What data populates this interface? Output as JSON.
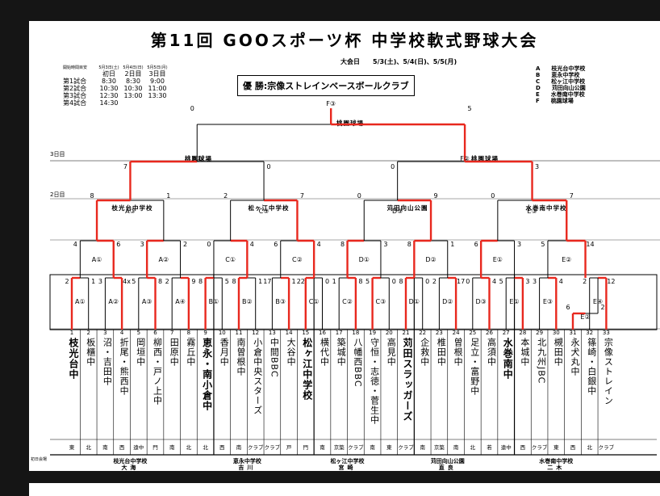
{
  "title": "第11回 GOOスポーツ杯 中学校軟式野球大会",
  "venue_dates": "大会日　　5/3(土)、5/4(日)、5/5(月)",
  "winner": "優 勝:宗像ストレインベースボールクラブ",
  "schedule": {
    "header_label": "開始時間目安",
    "days": [
      {
        "date": "5月3日(土)",
        "label": "初日"
      },
      {
        "date": "5月4日(日)",
        "label": "2日目"
      },
      {
        "date": "5月5日(月)",
        "label": "3日目"
      }
    ],
    "rows": [
      {
        "name": "第1試合",
        "times": [
          "8:30",
          "8:30",
          "9:00"
        ]
      },
      {
        "name": "第2試合",
        "times": [
          "10:30",
          "10:30",
          "11:00"
        ]
      },
      {
        "name": "第3試合",
        "times": [
          "12:30",
          "13:00",
          "13:30"
        ]
      },
      {
        "name": "第4試合",
        "times": [
          "14:30",
          "",
          ""
        ]
      }
    ]
  },
  "legend": [
    {
      "code": "A",
      "venue": "枝光台中学校"
    },
    {
      "code": "B",
      "venue": "恵永中学校"
    },
    {
      "code": "C",
      "venue": "松ヶ江中学校"
    },
    {
      "code": "D",
      "venue": "苅田向山公園"
    },
    {
      "code": "E",
      "venue": "水巻南中学校"
    },
    {
      "code": "F",
      "venue": "桃園球場"
    }
  ],
  "day_labels": {
    "day3": "3日目",
    "day2": "2日目"
  },
  "venue_labels": {
    "final": "桃園球場",
    "semi_left": "桃園球場",
    "semi_right": "桃園球場",
    "qf_a": "枝光台中学校",
    "qf_c": "松ヶ江中学校",
    "qf_d": "苅田向山公園",
    "qf_e": "水巻南中学校"
  },
  "teams": [
    {
      "num": "1",
      "name": "枝光台中",
      "type": "東",
      "winner": true
    },
    {
      "num": "2",
      "name": "板櫃中",
      "type": "北"
    },
    {
      "num": "3",
      "name": "沼・吉田中",
      "type": "南"
    },
    {
      "num": "4",
      "name": "折尾・熊西中",
      "type": "西"
    },
    {
      "num": "5",
      "name": "岡垣中",
      "type": "遠中"
    },
    {
      "num": "6",
      "name": "柳西・戸ノ上中",
      "type": "門"
    },
    {
      "num": "7",
      "name": "田原中",
      "type": "南"
    },
    {
      "num": "8",
      "name": "霧丘中",
      "type": "北"
    },
    {
      "num": "9",
      "name": "恵永・南小倉中",
      "type": "北",
      "winner": true
    },
    {
      "num": "10",
      "name": "香月中",
      "type": "西"
    },
    {
      "num": "11",
      "name": "南曽根中",
      "type": "南"
    },
    {
      "num": "12",
      "name": "小倉中央スターズ",
      "type": "クラブ"
    },
    {
      "num": "13",
      "name": "中間BBC",
      "type": "クラブ"
    },
    {
      "num": "14",
      "name": "大谷中",
      "type": "戸"
    },
    {
      "num": "15",
      "name": "松ヶ江中学校",
      "type": "門",
      "winner": true
    },
    {
      "num": "16",
      "name": "横代中",
      "type": "南"
    },
    {
      "num": "17",
      "name": "築城中",
      "type": "京築"
    },
    {
      "num": "18",
      "name": "八幡西BBC",
      "type": "クラブ"
    },
    {
      "num": "19",
      "name": "守恒・志徳・菅生中",
      "type": "南"
    },
    {
      "num": "20",
      "name": "高見中",
      "type": "東"
    },
    {
      "num": "21",
      "name": "苅田スラッガーズ",
      "type": "クラブ",
      "winner": true
    },
    {
      "num": "22",
      "name": "企救中",
      "type": "南"
    },
    {
      "num": "23",
      "name": "椎田中",
      "type": "京築"
    },
    {
      "num": "24",
      "name": "曽根中",
      "type": "南"
    },
    {
      "num": "25",
      "name": "足立・富野中",
      "type": "北"
    },
    {
      "num": "26",
      "name": "高須中",
      "type": "若"
    },
    {
      "num": "27",
      "name": "水巻南中",
      "type": "遠中",
      "winner": true
    },
    {
      "num": "28",
      "name": "本城中",
      "type": "西"
    },
    {
      "num": "29",
      "name": "北九州JBC",
      "type": "クラブ"
    },
    {
      "num": "30",
      "name": "槻田中",
      "type": "東"
    },
    {
      "num": "31",
      "name": "永犬丸中",
      "type": "西"
    },
    {
      "num": "32",
      "name": "篠崎・白銀中",
      "type": "北"
    },
    {
      "num": "33",
      "name": "宗像ストレイン",
      "type": "クラブ"
    }
  ],
  "groups": [
    {
      "school": "枝光台中学校",
      "venue": "大海"
    },
    {
      "school": "恵永中学校",
      "venue": "吉川"
    },
    {
      "school": "松ヶ江中学校",
      "venue": "宮崎"
    },
    {
      "school": "苅田向山公園",
      "venue": "直良"
    },
    {
      "school": "水巻南中学校",
      "venue": "二木"
    }
  ],
  "venue_note": "初日会場",
  "matches": [
    {
      "label": "A①",
      "s": [
        "2",
        "1"
      ]
    },
    {
      "label": "A②",
      "s": [
        "3",
        "4x"
      ]
    },
    {
      "label": "A③",
      "s": [
        "5",
        "8"
      ]
    },
    {
      "label": "A④",
      "s": [
        "2",
        "9"
      ]
    },
    {
      "label": "B①",
      "s": [
        "8",
        "5"
      ]
    },
    {
      "label": "B②",
      "s": [
        "8",
        "1"
      ]
    },
    {
      "label": "B③",
      "s": [
        "17",
        "1"
      ]
    },
    {
      "label": "C①",
      "s": [
        "22",
        "0"
      ]
    },
    {
      "label": "C②",
      "s": [
        "1",
        "8"
      ]
    },
    {
      "label": "C③",
      "s": [
        "5",
        "0"
      ]
    },
    {
      "label": "D①",
      "s": [
        "8",
        "0"
      ]
    },
    {
      "label": "D②",
      "s": [
        "2",
        "17"
      ]
    },
    {
      "label": "D③",
      "s": [
        "0",
        "4"
      ]
    },
    {
      "label": "E①",
      "s": [
        "5",
        "3"
      ]
    },
    {
      "label": "E③",
      "s": [
        "3",
        "4"
      ]
    },
    {
      "label": "E④",
      "s": [
        "2",
        "12"
      ]
    },
    {
      "label": "E②",
      "s": [
        "6",
        "2"
      ]
    },
    {
      "label": "A①",
      "s": [
        "4",
        "6"
      ]
    },
    {
      "label": "A②",
      "s": [
        "3",
        "2"
      ]
    },
    {
      "label": "C①",
      "s": [
        "0",
        "4"
      ]
    },
    {
      "label": "C②",
      "s": [
        "6",
        "4"
      ]
    },
    {
      "label": "D①",
      "s": [
        "8",
        "3"
      ]
    },
    {
      "label": "D②",
      "s": [
        "8",
        "1"
      ]
    },
    {
      "label": "E①",
      "s": [
        "6",
        "3"
      ]
    },
    {
      "label": "E②",
      "s": [
        "5",
        "14"
      ]
    },
    {
      "label": "A③",
      "s": [
        "8",
        "1"
      ]
    },
    {
      "label": "C③",
      "s": [
        "2",
        "7"
      ]
    },
    {
      "label": "D③",
      "s": [
        "0",
        "9"
      ]
    },
    {
      "label": "E③",
      "s": [
        "0",
        "7"
      ]
    },
    {
      "label": "F①",
      "s": [
        "7",
        "0"
      ]
    },
    {
      "label": "F②",
      "s": [
        "0",
        "3"
      ]
    },
    {
      "label": "F③",
      "s": [
        "0",
        "5"
      ]
    }
  ],
  "colors": {
    "highlight": "#e8281e",
    "line": "#000000",
    "grid": "#8a8a8a"
  }
}
